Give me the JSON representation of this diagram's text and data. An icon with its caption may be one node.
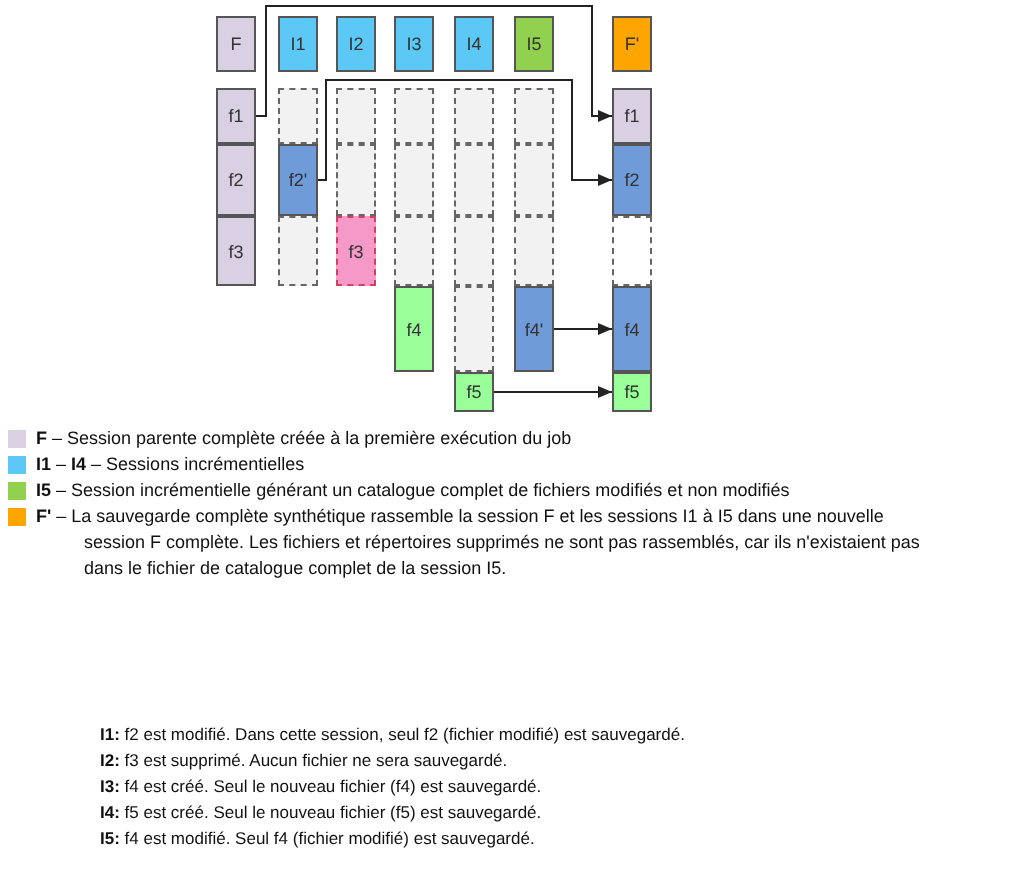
{
  "diagram": {
    "nodes": [
      {
        "text": [
          "F"
        ]
      },
      {
        "text": [
          "f1"
        ]
      },
      {
        "text": [
          "f2"
        ]
      },
      {
        "text": [
          "f3"
        ]
      },
      {
        "text": [
          "I1"
        ]
      },
      {
        "text": [],
        "shape": "box"
      },
      {
        "text": [
          "f2'"
        ]
      },
      {
        "text": [],
        "shape": "box"
      },
      {
        "text": [
          "I2"
        ]
      },
      {
        "text": [],
        "shape": "box"
      },
      {
        "text": [],
        "shape": "box"
      },
      {
        "text": [
          "f3"
        ]
      },
      {
        "text": [
          "I3"
        ]
      },
      {
        "text": [],
        "shape": "box"
      },
      {
        "text": [],
        "shape": "box"
      },
      {
        "text": [],
        "shape": "box"
      },
      {
        "text": [
          "f4"
        ]
      },
      {
        "text": [
          "I4"
        ]
      },
      {
        "text": [],
        "shape": "box"
      },
      {
        "text": [],
        "shape": "box"
      },
      {
        "text": [],
        "shape": "box"
      },
      {
        "text": [],
        "shape": "box"
      },
      {
        "text": [
          "f5"
        ]
      },
      {
        "text": [
          "I5"
        ]
      },
      {
        "text": [],
        "shape": "box"
      },
      {
        "text": [],
        "shape": "box"
      },
      {
        "text": [],
        "shape": "box"
      },
      {
        "text": [
          "f4'"
        ]
      },
      {
        "text": [
          "F'"
        ]
      },
      {
        "text": [
          "f1"
        ]
      },
      {
        "text": [
          "f2"
        ]
      },
      {
        "text": [],
        "shape": "box"
      },
      {
        "text": [
          "f4"
        ]
      },
      {
        "text": [
          "f5"
        ]
      }
    ],
    "edges": [
      {
        "from": 1,
        "to": 29,
        "arrow": "to"
      },
      {
        "from": 6,
        "to": 30,
        "arrow": "to"
      },
      {
        "from": 27,
        "to": 32,
        "arrow": "to"
      },
      {
        "from": 22,
        "to": 33,
        "arrow": "to"
      }
    ],
    "labels": [
      "**I1:** f2 est modifié. Dans cette session, seul f2 (fichier modifié) est sauvegardé.",
      "**I2:** f3 est supprimé. Aucun fichier ne sera sauvegardé.",
      "**I3:** f4 est créé. Seul le nouveau fichier (f4) est sauvegardé.",
      "**I4:** f5 est créé. Seul le nouveau fichier (f5) est sauvegardé.",
      "**I5:** f4 est modifié. Seul f4 (fichier modifié) est sauvegardé."
    ],
    "legend": [
      {
        "text": "**F** – Session parente complète créée à la première exécution du job",
        "color": "#d9d0e3"
      },
      {
        "text": "**I1** – **I4** – Sessions incrémentielles",
        "color": "#5bc8f5"
      },
      {
        "text": "**I5** – Session incrémentielle générant un catalogue complet de fichiers modifiés et non modifiés",
        "color": "#92d050"
      },
      {
        "text": "**F'** – La sauvegarde complète synthétique rassemble la session F et les sessions I1 à I5 dans une nouvelle session F complète. Les fichiers et répertoires supprimés ne sont pas rassemblés, car ils n'existaient pas dans le fichier de catalogue complet de la session I5.",
        "color": "#ffa500"
      }
    ]
  }
}
